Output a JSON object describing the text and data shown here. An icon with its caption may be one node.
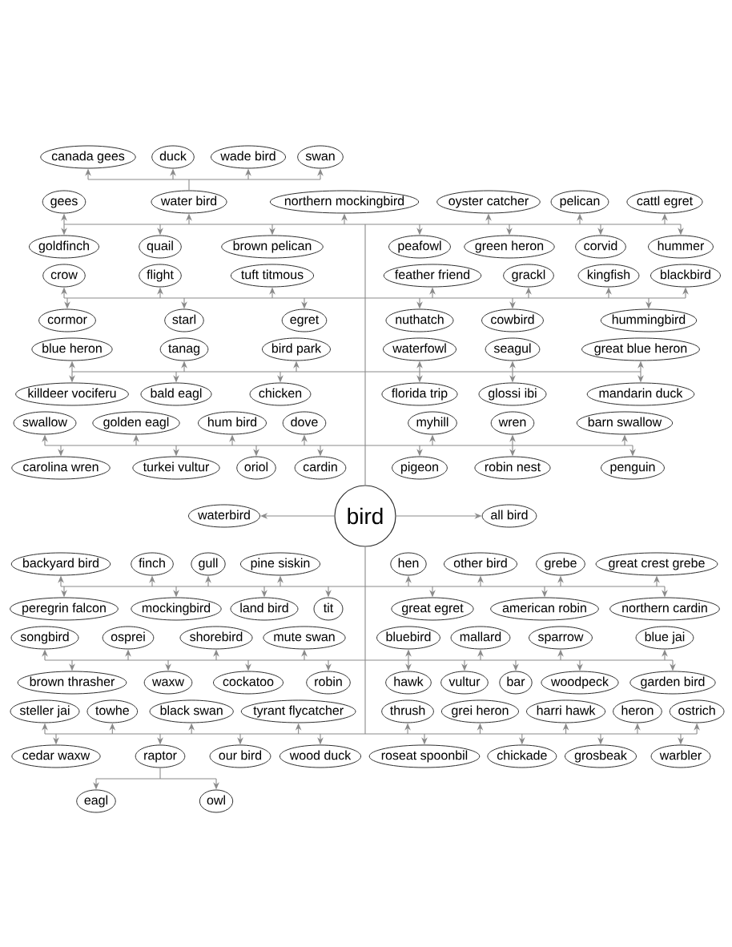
{
  "diagram": {
    "nodes": [
      {
        "text": [
          "canada gees"
        ]
      },
      {
        "text": [
          "wade bird"
        ]
      },
      {
        "text": [
          "northern mockingbird"
        ]
      },
      {
        "text": [
          "oyster catcher"
        ]
      },
      {
        "text": [
          "gees"
        ]
      },
      {
        "text": [
          "swan"
        ]
      },
      {
        "text": [
          "tuft titmous"
        ]
      },
      {
        "text": [
          "peafowl"
        ]
      },
      {
        "text": [
          "green heron"
        ]
      },
      {
        "text": [
          "pelican"
        ]
      },
      {
        "text": [
          "cattl egret"
        ]
      },
      {
        "text": [
          "goldfinch"
        ]
      },
      {
        "text": [
          "duck"
        ]
      },
      {
        "text": [
          "brown pelican"
        ]
      },
      {
        "text": [
          "kingfish"
        ]
      },
      {
        "text": [
          "corvid"
        ]
      },
      {
        "text": [
          "hummer"
        ]
      },
      {
        "text": [
          "crow"
        ]
      },
      {
        "text": [
          "quail"
        ]
      },
      {
        "text": [
          "water bird"
        ]
      },
      {
        "text": [
          "egret"
        ]
      },
      {
        "text": [
          "feather friend"
        ]
      },
      {
        "text": [
          "grackl"
        ]
      },
      {
        "text": [
          "blackbird"
        ]
      },
      {
        "text": [
          "cormor"
        ]
      },
      {
        "text": [
          "flight"
        ]
      },
      {
        "text": [
          "starl"
        ]
      },
      {
        "text": [
          "bird park"
        ]
      },
      {
        "text": [
          "waterfowl"
        ]
      },
      {
        "text": [
          "nuthatch"
        ]
      },
      {
        "text": [
          "cowbird"
        ]
      },
      {
        "text": [
          "hummingbird"
        ]
      },
      {
        "text": [
          "blue heron"
        ]
      },
      {
        "text": [
          "tanag"
        ]
      },
      {
        "text": [
          "chicken"
        ]
      },
      {
        "text": [
          "seagul"
        ]
      },
      {
        "text": [
          "killdeer vociferu"
        ]
      },
      {
        "text": [
          "dove"
        ]
      },
      {
        "text": [
          "florida trip"
        ]
      },
      {
        "text": [
          "glossi ibi"
        ]
      },
      {
        "text": [
          "great blue heron"
        ]
      },
      {
        "text": [
          "swallow"
        ]
      },
      {
        "text": [
          "golden eagl"
        ]
      },
      {
        "text": [
          "myhill"
        ]
      },
      {
        "text": [
          "mandarin duck"
        ]
      },
      {
        "text": [
          "bald eagl"
        ]
      },
      {
        "text": [
          "hum bird"
        ]
      },
      {
        "text": [
          "wren"
        ]
      },
      {
        "text": [
          "barn swallow"
        ]
      },
      {
        "text": [
          "carolina wren"
        ]
      },
      {
        "text": [
          "turkei vultur"
        ]
      },
      {
        "text": [
          "pigeon"
        ]
      },
      {
        "text": [
          "robin nest"
        ]
      },
      {
        "text": [
          "penguin"
        ]
      },
      {
        "text": [
          "oriol"
        ]
      },
      {
        "text": [
          "cardin"
        ]
      },
      {
        "text": [
          "waterbird"
        ]
      },
      {
        "text": [
          "bird"
        ]
      },
      {
        "text": [
          "all bird"
        ]
      },
      {
        "text": [
          "backyard bird"
        ]
      },
      {
        "text": [
          "finch"
        ]
      },
      {
        "text": [
          "pine siskin"
        ]
      },
      {
        "text": [
          "other bird"
        ]
      },
      {
        "text": [
          "great crest grebe"
        ]
      },
      {
        "text": [
          "peregrin falcon"
        ]
      },
      {
        "text": [
          "gull"
        ]
      },
      {
        "text": [
          "mockingbird"
        ]
      },
      {
        "text": [
          "hen"
        ]
      },
      {
        "text": [
          "grebe"
        ]
      },
      {
        "text": [
          "american robin"
        ]
      },
      {
        "text": [
          "eagl"
        ]
      },
      {
        "text": [
          "raptor"
        ]
      },
      {
        "text": [
          "land bird"
        ]
      },
      {
        "text": [
          "mute swan"
        ]
      },
      {
        "text": [
          "bluebird"
        ]
      },
      {
        "text": [
          "great egret"
        ]
      },
      {
        "text": [
          "northern cardin"
        ]
      },
      {
        "text": [
          "osprei"
        ]
      },
      {
        "text": [
          "owl"
        ]
      },
      {
        "text": [
          "shorebird"
        ]
      },
      {
        "text": [
          "tit"
        ]
      },
      {
        "text": [
          "hawk"
        ]
      },
      {
        "text": [
          "mallard"
        ]
      },
      {
        "text": [
          "sparrow"
        ]
      },
      {
        "text": [
          "blue jai"
        ]
      },
      {
        "text": [
          "songbird"
        ]
      },
      {
        "text": [
          "brown thrasher"
        ]
      },
      {
        "text": [
          "waxw"
        ]
      },
      {
        "text": [
          "robin"
        ]
      },
      {
        "text": [
          "vultur"
        ]
      },
      {
        "text": [
          "bar"
        ]
      },
      {
        "text": [
          "woodpeck"
        ]
      },
      {
        "text": [
          "garden bird"
        ]
      },
      {
        "text": [
          "steller jai"
        ]
      },
      {
        "text": [
          "black swan"
        ]
      },
      {
        "text": [
          "tyrant flycatcher"
        ]
      },
      {
        "text": [
          "thrush"
        ]
      },
      {
        "text": [
          "grei heron"
        ]
      },
      {
        "text": [
          "harri hawk"
        ]
      },
      {
        "text": [
          "ostrich"
        ]
      },
      {
        "text": [
          "cedar waxw"
        ]
      },
      {
        "text": [
          "towhe"
        ]
      },
      {
        "text": [
          "our bird"
        ]
      },
      {
        "text": [
          "cockatoo"
        ]
      },
      {
        "text": [
          "heron"
        ]
      },
      {
        "text": [
          "grosbeak"
        ]
      },
      {
        "text": [
          "warbler"
        ]
      },
      {
        "text": [
          "wood duck"
        ]
      },
      {
        "text": [
          "roseat spoonbil"
        ]
      },
      {
        "text": [
          "chickade"
        ]
      }
    ],
    "edges": [
      {
        "from": 19,
        "to": 0,
        "arrow": "to"
      },
      {
        "from": 19,
        "to": 1,
        "arrow": "to"
      },
      {
        "from": 57,
        "to": 2,
        "arrow": "to"
      },
      {
        "from": 57,
        "to": 3,
        "arrow": "to"
      },
      {
        "from": 57,
        "to": 4,
        "arrow": "to"
      },
      {
        "from": 19,
        "to": 5,
        "arrow": "to"
      },
      {
        "from": 57,
        "to": 6,
        "arrow": "to"
      },
      {
        "from": 57,
        "to": 7,
        "arrow": "to"
      },
      {
        "from": 57,
        "to": 8,
        "arrow": "to"
      },
      {
        "from": 57,
        "to": 9,
        "arrow": "to"
      },
      {
        "from": 57,
        "to": 10,
        "arrow": "to"
      },
      {
        "from": 57,
        "to": 11,
        "arrow": "to"
      },
      {
        "from": 19,
        "to": 12,
        "arrow": "to"
      },
      {
        "from": 57,
        "to": 13,
        "arrow": "to"
      },
      {
        "from": 57,
        "to": 14,
        "arrow": "to"
      },
      {
        "from": 57,
        "to": 15,
        "arrow": "to"
      },
      {
        "from": 57,
        "to": 16,
        "arrow": "to"
      },
      {
        "from": 57,
        "to": 17,
        "arrow": "to"
      },
      {
        "from": 57,
        "to": 18,
        "arrow": "to"
      },
      {
        "from": 57,
        "to": 19,
        "arrow": "to"
      },
      {
        "from": 57,
        "to": 20,
        "arrow": "to"
      },
      {
        "from": 57,
        "to": 21,
        "arrow": "to"
      },
      {
        "from": 57,
        "to": 22,
        "arrow": "to"
      },
      {
        "from": 57,
        "to": 23,
        "arrow": "to"
      },
      {
        "from": 57,
        "to": 24,
        "arrow": "to"
      },
      {
        "from": 57,
        "to": 25,
        "arrow": "to"
      },
      {
        "from": 57,
        "to": 26,
        "arrow": "to"
      },
      {
        "from": 57,
        "to": 27,
        "arrow": "to"
      },
      {
        "from": 57,
        "to": 28,
        "arrow": "to"
      },
      {
        "from": 57,
        "to": 29,
        "arrow": "to"
      },
      {
        "from": 57,
        "to": 30,
        "arrow": "to"
      },
      {
        "from": 57,
        "to": 31,
        "arrow": "to"
      },
      {
        "from": 57,
        "to": 32,
        "arrow": "to"
      },
      {
        "from": 57,
        "to": 33,
        "arrow": "to"
      },
      {
        "from": 57,
        "to": 34,
        "arrow": "to"
      },
      {
        "from": 57,
        "to": 35,
        "arrow": "to"
      },
      {
        "from": 57,
        "to": 36,
        "arrow": "to"
      },
      {
        "from": 57,
        "to": 37,
        "arrow": "to"
      },
      {
        "from": 57,
        "to": 38,
        "arrow": "to"
      },
      {
        "from": 57,
        "to": 39,
        "arrow": "to"
      },
      {
        "from": 57,
        "to": 40,
        "arrow": "to"
      },
      {
        "from": 57,
        "to": 41,
        "arrow": "to"
      },
      {
        "from": 57,
        "to": 42,
        "arrow": "to"
      },
      {
        "from": 57,
        "to": 43,
        "arrow": "to"
      },
      {
        "from": 57,
        "to": 44,
        "arrow": "to"
      },
      {
        "from": 57,
        "to": 45,
        "arrow": "to"
      },
      {
        "from": 57,
        "to": 46,
        "arrow": "to"
      },
      {
        "from": 57,
        "to": 47,
        "arrow": "to"
      },
      {
        "from": 57,
        "to": 48,
        "arrow": "to"
      },
      {
        "from": 57,
        "to": 49,
        "arrow": "to"
      },
      {
        "from": 57,
        "to": 50,
        "arrow": "to"
      },
      {
        "from": 57,
        "to": 51,
        "arrow": "to"
      },
      {
        "from": 57,
        "to": 52,
        "arrow": "to"
      },
      {
        "from": 57,
        "to": 53,
        "arrow": "to"
      },
      {
        "from": 57,
        "to": 54,
        "arrow": "to"
      },
      {
        "from": 57,
        "to": 55,
        "arrow": "to"
      },
      {
        "from": 57,
        "to": 56,
        "arrow": "to"
      },
      {
        "from": 57,
        "to": 58,
        "arrow": "to"
      },
      {
        "from": 57,
        "to": 59,
        "arrow": "to"
      },
      {
        "from": 57,
        "to": 60,
        "arrow": "to"
      },
      {
        "from": 57,
        "to": 61,
        "arrow": "to"
      },
      {
        "from": 57,
        "to": 62,
        "arrow": "to"
      },
      {
        "from": 57,
        "to": 63,
        "arrow": "to"
      },
      {
        "from": 57,
        "to": 64,
        "arrow": "to"
      },
      {
        "from": 57,
        "to": 65,
        "arrow": "to"
      },
      {
        "from": 57,
        "to": 66,
        "arrow": "to"
      },
      {
        "from": 57,
        "to": 67,
        "arrow": "to"
      },
      {
        "from": 57,
        "to": 68,
        "arrow": "to"
      },
      {
        "from": 57,
        "to": 69,
        "arrow": "to"
      },
      {
        "from": 71,
        "to": 70,
        "arrow": "to"
      },
      {
        "from": 57,
        "to": 71,
        "arrow": "to"
      },
      {
        "from": 57,
        "to": 72,
        "arrow": "to"
      },
      {
        "from": 57,
        "to": 73,
        "arrow": "to"
      },
      {
        "from": 57,
        "to": 74,
        "arrow": "to"
      },
      {
        "from": 57,
        "to": 75,
        "arrow": "to"
      },
      {
        "from": 57,
        "to": 76,
        "arrow": "to"
      },
      {
        "from": 57,
        "to": 77,
        "arrow": "to"
      },
      {
        "from": 71,
        "to": 78,
        "arrow": "to"
      },
      {
        "from": 57,
        "to": 79,
        "arrow": "to"
      },
      {
        "from": 57,
        "to": 80,
        "arrow": "to"
      },
      {
        "from": 57,
        "to": 81,
        "arrow": "to"
      },
      {
        "from": 57,
        "to": 82,
        "arrow": "to"
      },
      {
        "from": 57,
        "to": 83,
        "arrow": "to"
      },
      {
        "from": 57,
        "to": 84,
        "arrow": "to"
      },
      {
        "from": 57,
        "to": 85,
        "arrow": "to"
      },
      {
        "from": 57,
        "to": 86,
        "arrow": "to"
      },
      {
        "from": 57,
        "to": 87,
        "arrow": "to"
      },
      {
        "from": 57,
        "to": 88,
        "arrow": "to"
      },
      {
        "from": 57,
        "to": 89,
        "arrow": "to"
      },
      {
        "from": 57,
        "to": 90,
        "arrow": "to"
      },
      {
        "from": 57,
        "to": 91,
        "arrow": "to"
      },
      {
        "from": 57,
        "to": 92,
        "arrow": "to"
      },
      {
        "from": 57,
        "to": 93,
        "arrow": "to"
      },
      {
        "from": 57,
        "to": 94,
        "arrow": "to"
      },
      {
        "from": 57,
        "to": 95,
        "arrow": "to"
      },
      {
        "from": 57,
        "to": 96,
        "arrow": "to"
      },
      {
        "from": 57,
        "to": 97,
        "arrow": "to"
      },
      {
        "from": 57,
        "to": 98,
        "arrow": "to"
      },
      {
        "from": 57,
        "to": 99,
        "arrow": "to"
      },
      {
        "from": 57,
        "to": 100,
        "arrow": "to"
      },
      {
        "from": 57,
        "to": 101,
        "arrow": "to"
      },
      {
        "from": 57,
        "to": 102,
        "arrow": "to"
      },
      {
        "from": 57,
        "to": 103,
        "arrow": "to"
      },
      {
        "from": 57,
        "to": 104,
        "arrow": "to"
      },
      {
        "from": 57,
        "to": 105,
        "arrow": "to"
      },
      {
        "from": 57,
        "to": 106,
        "arrow": "to"
      },
      {
        "from": 57,
        "to": 107,
        "arrow": "to"
      },
      {
        "from": 57,
        "to": 108,
        "arrow": "to"
      },
      {
        "from": 57,
        "to": 109,
        "arrow": "to"
      }
    ]
  }
}
